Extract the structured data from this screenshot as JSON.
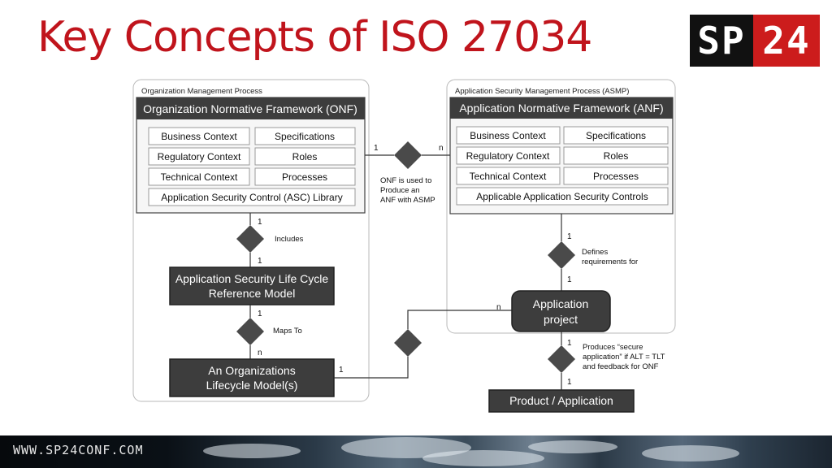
{
  "slide": {
    "title": "Key Concepts of ISO 27034",
    "logo": {
      "left_text": "SP",
      "right_text": "24"
    },
    "footer_url": "WWW.SP24CONF.COM"
  },
  "diagram": {
    "org_process": {
      "label": "Organization Management Process",
      "onf_header": "Organization Normative Framework (ONF)",
      "items": [
        "Business Context",
        "Specifications",
        "Regulatory Context",
        "Roles",
        "Technical Context",
        "Processes"
      ],
      "library": "Application Security Control (ASC) Library"
    },
    "asmp_process": {
      "label": "Application Security Management Process (ASMP)",
      "anf_header": "Application Normative Framework (ANF)",
      "items": [
        "Business Context",
        "Specifications",
        "Regulatory Context",
        "Roles",
        "Technical Context",
        "Processes"
      ],
      "controls": "Applicable Application Security Controls"
    },
    "onf_anf_relation": {
      "left_mult": "1",
      "right_mult": "n",
      "note": [
        "ONF is used to",
        "Produce an",
        "ANF with ASMP"
      ]
    },
    "includes": {
      "top_mult": "1",
      "label": "Includes",
      "bottom_mult": "1"
    },
    "lifecycle_ref": [
      "Application Security Life Cycle",
      "Reference Model"
    ],
    "maps_to": {
      "top_mult": "1",
      "label": "Maps To",
      "bottom_mult": "n"
    },
    "org_lifecycle": [
      "An Organizations",
      "Lifecycle Model(s)"
    ],
    "org_lifecycle_mult": "1",
    "app_project_mult": "n",
    "defines": {
      "top_mult": "1",
      "label": [
        "Defines",
        "requirements for"
      ],
      "bottom_mult": "1"
    },
    "app_project": [
      "Application",
      "project"
    ],
    "produces": {
      "top_mult": "1",
      "label": [
        "Produces “secure",
        "application” if ALT = TLT",
        "and feedback for ONF"
      ],
      "bottom_mult": "1"
    },
    "product": "Product / Application"
  },
  "colors": {
    "title_red": "#c0141c",
    "dark_box": "#3d3d3d",
    "diamond": "#4a4a4a",
    "logo_red": "#cc1c1c"
  }
}
